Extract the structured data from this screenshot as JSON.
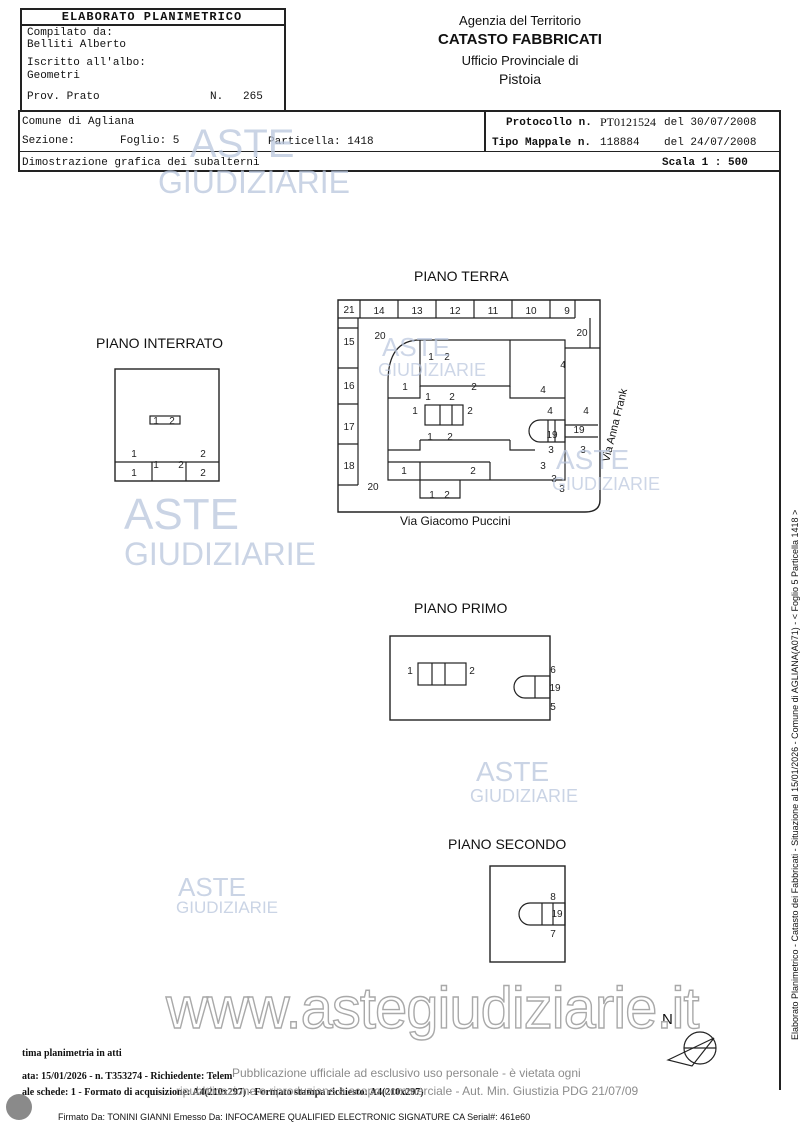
{
  "header": {
    "title": "ELABORATO PLANIMETRICO",
    "compilato_label": "Compilato da:",
    "compilato_name": "Belliti Alberto",
    "iscritto_label": "Iscritto all'albo:",
    "iscritto_value": "Geometri",
    "prov_label": "Prov. Prato",
    "n_label": "N.",
    "n_value": "265",
    "agency": "Agenzia del Territorio",
    "catasto": "CATASTO FABBRICATI",
    "ufficio": "Ufficio Provinciale di",
    "city": "Pistoia"
  },
  "info": {
    "comune": "Comune di Agliana",
    "sezione": "Sezione:",
    "foglio": "Foglio: 5",
    "particella": "Particella: 1418",
    "protocollo_label": "Protocollo n.",
    "protocollo_value": "PT0121524",
    "protocollo_date": "del 30/07/2008",
    "tipo_label": "Tipo Mappale n.",
    "tipo_value": "118884",
    "tipo_date": "del 24/07/2008",
    "dimostrazione": "Dimostrazione grafica dei subalterni",
    "scala": "Scala 1 : 500"
  },
  "plans": {
    "terra_title": "PIANO TERRA",
    "interrato_title": "PIANO INTERRATO",
    "primo_title": "PIANO PRIMO",
    "secondo_title": "PIANO SECONDO",
    "street_south": "Via Giacomo Puccini",
    "street_east": "Via Anna Frank",
    "north": "N"
  },
  "watermark": {
    "aste": "ASTE",
    "giudiziarie": "GIUDIZIARIE",
    "url": "www.astegiudiziarie.it",
    "notice": "Pubblicazione ufficiale ad esclusivo uso personale - è vietata ogni",
    "notice2": "ripubblicazione o riproduzione a scopo commerciale - Aut. Min. Giustizia PDG 21/07/09"
  },
  "side_text": "Elaborato Planimetrico - Catasto dei Fabbricati - Situazione al 15/01/2026 - Comune di AGLIANA(A071) - < Foglio 5 Particella 1418 >",
  "footer": {
    "line1": "tima planimetria in atti",
    "line2": "ata: 15/01/2026 - n. T353274 - Richiedente: Telem",
    "line3": "ale schede: 1 - Formato di acquisizione: A4(210x297) - Formato stampa richiesto: A4(210x297)",
    "signature": "Firmato Da: TONINI GIANNI Emesso Da: INFOCAMERE QUALIFIED ELECTRONIC SIGNATURE CA Serial#: 461e60"
  }
}
